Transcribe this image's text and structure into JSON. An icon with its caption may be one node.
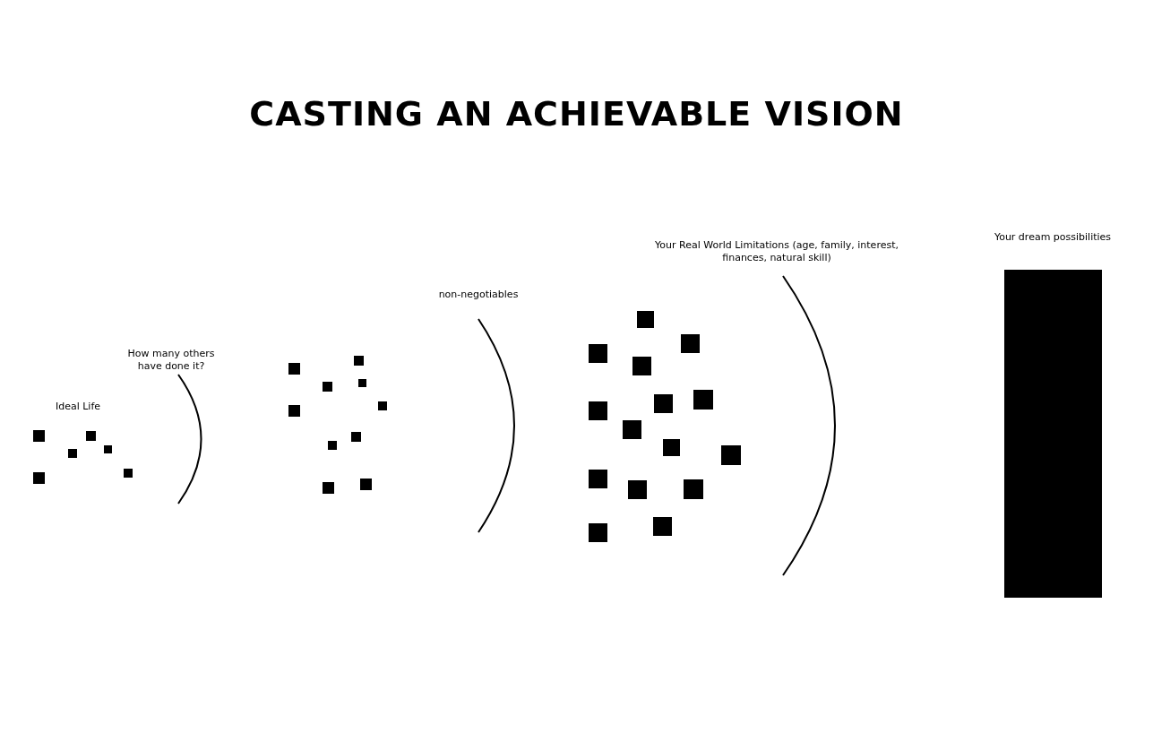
{
  "diagram": {
    "title": "CASTING AN ACHIEVABLE VISION",
    "nodes": [
      {
        "text": [
          "Your dream possibilities"
        ]
      }
    ],
    "labels": [
      "Ideal Life",
      "How many others have done it?",
      "non-negotiables",
      "Your Real World Limitations (age, family, interest, finances, natural skill)"
    ]
  }
}
